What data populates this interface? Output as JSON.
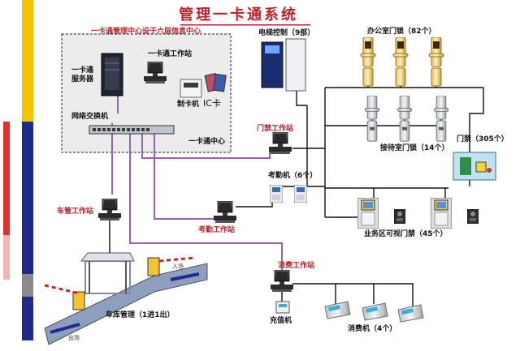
{
  "title": "管理一卡通系统",
  "center": {
    "header": "一卡通管理中心设于六层信息中心",
    "server": "一卡通\n服务器",
    "workstation": "一卡通工作站",
    "card_maker": "制卡机",
    "ic_card": "IC卡",
    "switch": "网络交换机",
    "center_label": "一卡通中心"
  },
  "elevator": "电梯控制（9部）",
  "office_locks": "办公室门锁（82个）",
  "reception_locks": "接待室门锁（14个）",
  "access_station": "门禁工作站",
  "access_control": "门禁（305个）",
  "attendance_devices": "考勤机（6个）",
  "attendance_station": "考勤工作站",
  "video_intercom": "业务区可视门禁（45个）",
  "parking_station": "车管工作站",
  "garage": "车库管理（1进1出）",
  "lane_in": "入场",
  "lane_out": "出场",
  "consume_station": "消费工作站",
  "recharger": "充值机",
  "pos": "消费机（4个）",
  "colors": {
    "accent_red": "#c0202a",
    "bar_yellow": "#f5c400",
    "bar_blue": "#1f2a8a",
    "bar_pink": "#e2302f",
    "link_purple": "#9a5fb0",
    "net_black": "#111111"
  }
}
